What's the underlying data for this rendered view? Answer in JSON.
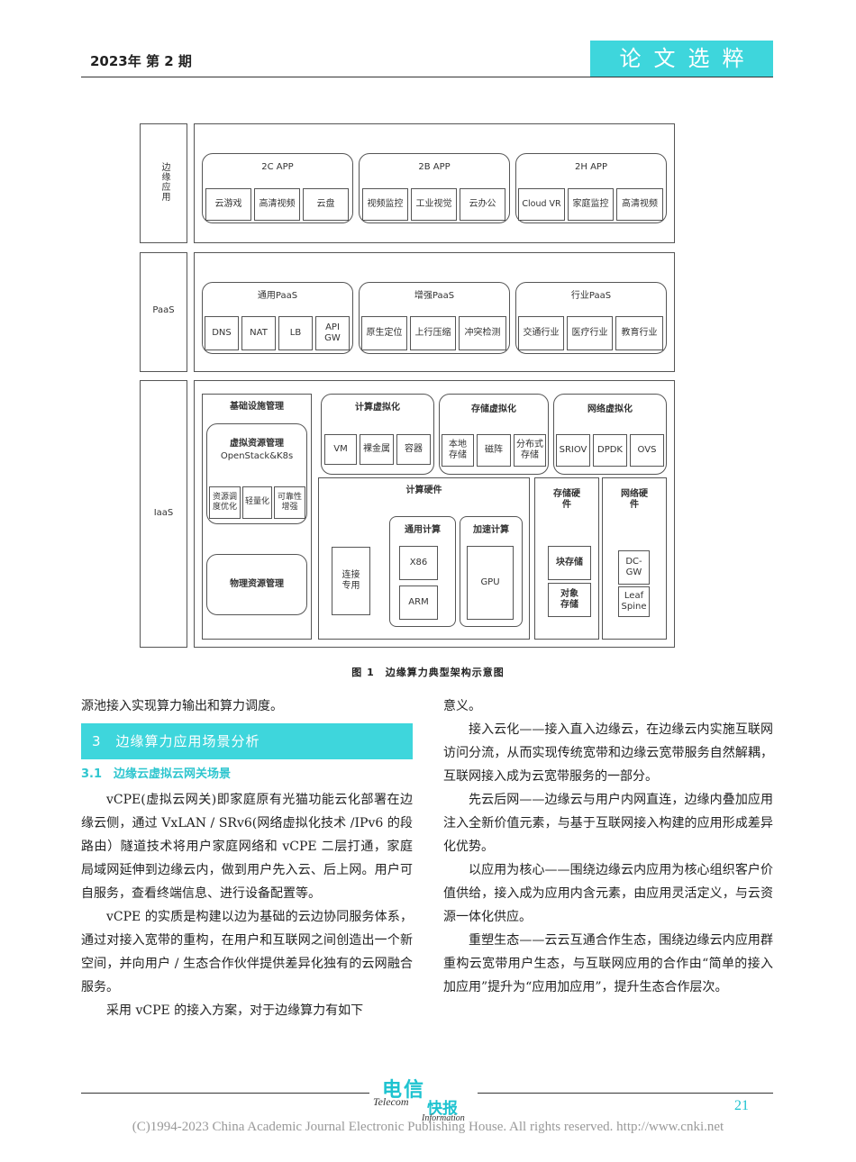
{
  "header": {
    "issue": "2023年 第 2 期",
    "section": "论文选粹"
  },
  "figure": {
    "caption": "图 1　边缘算力典型架构示意图",
    "layers": {
      "edge_app": "边缘应用",
      "paas": "PaaS",
      "iaas": "IaaS"
    },
    "edge_app": [
      {
        "title": "2C APP",
        "items": [
          "云游戏",
          "高清视频",
          "云盘"
        ]
      },
      {
        "title": "2B APP",
        "items": [
          "视频监控",
          "工业视觉",
          "云办公"
        ]
      },
      {
        "title": "2H APP",
        "items": [
          "Cloud VR",
          "家庭监控",
          "高清视频"
        ]
      }
    ],
    "paas": [
      {
        "title": "通用PaaS",
        "items": [
          "DNS",
          "NAT",
          "LB",
          "API GW"
        ]
      },
      {
        "title": "增强PaaS",
        "items": [
          "原生定位",
          "上行压缩",
          "冲突检测"
        ]
      },
      {
        "title": "行业PaaS",
        "items": [
          "交通行业",
          "医疗行业",
          "教育行业"
        ]
      }
    ],
    "iaas": {
      "infra_mgmt": "基础设施管理",
      "virt_res_mgmt": "虚拟资源管理",
      "virt_res_sub": "OpenStack&K8s",
      "virt_items": [
        "资源调度优化",
        "轻量化",
        "可靠性增强"
      ],
      "phys_res_mgmt": "物理资源管理",
      "compute_virt": {
        "title": "计算虚拟化",
        "items": [
          "VM",
          "裸金属",
          "容器"
        ]
      },
      "storage_virt": {
        "title": "存储虚拟化",
        "items": [
          "本地存储",
          "磁阵",
          "分布式存储"
        ]
      },
      "network_virt": {
        "title": "网络虚拟化",
        "items": [
          "SRIOV",
          "DPDK",
          "OVS"
        ]
      },
      "compute_hw": "计算硬件",
      "connect": "连接专用",
      "general_compute": {
        "title": "通用计算",
        "items": [
          "X86",
          "ARM"
        ]
      },
      "accel_compute": {
        "title": "加速计算",
        "items": [
          "GPU"
        ]
      },
      "storage_hw": {
        "title": "存储硬件",
        "items": [
          "块存储",
          "对象存储"
        ]
      },
      "network_hw": {
        "title": "网络硬件",
        "items": [
          "DC-GW",
          "Leaf Spine"
        ]
      }
    }
  },
  "left_col": {
    "cont": "源池接入实现算力输出和算力调度。",
    "section": "3　边缘算力应用场景分析",
    "subsection": "3.1　边缘云虚拟云网关场景",
    "p1": "vCPE(虚拟云网关)即家庭原有光猫功能云化部署在边缘云侧，通过 VxLAN / SRv6(网络虚拟化技术 /IPv6 的段路由）隧道技术将用户家庭网络和 vCPE 二层打通，家庭局域网延伸到边缘云内，做到用户先入云、后上网。用户可自服务，查看终端信息、进行设备配置等。",
    "p2": "vCPE 的实质是构建以边为基础的云边协同服务体系，通过对接入宽带的重构，在用户和互联网之间创造出一个新空间，并向用户 / 生态合作伙伴提供差异化独有的云网融合服务。",
    "p3": "采用 vCPE 的接入方案，对于边缘算力有如下"
  },
  "right_col": {
    "cont": "意义。",
    "p1": "接入云化——接入直入边缘云，在边缘云内实施互联网访问分流，从而实现传统宽带和边缘云宽带服务自然解耦，互联网接入成为云宽带服务的一部分。",
    "p2": "先云后网——边缘云与用户内网直连，边缘内叠加应用注入全新价值元素，与基于互联网接入构建的应用形成差异化优势。",
    "p3": "以应用为核心——围绕边缘云内应用为核心组织客户价值供给，接入成为应用内含元素，由应用灵活定义，与云资源一体化供应。",
    "p4": "重塑生态——云云互通合作生态，围绕边缘云内应用群重构云宽带用户生态，与互联网应用的合作由“简单的接入加应用”提升为“应用加应用”，提升生态合作层次。"
  },
  "footer": {
    "logo_cn": "电信",
    "logo_en1": "Telecom",
    "logo_cn2": "快报",
    "logo_en2": "Information",
    "page": "21",
    "copyright": "(C)1994-2023 China Academic Journal Electronic Publishing House. All rights reserved.    http://www.cnki.net"
  }
}
